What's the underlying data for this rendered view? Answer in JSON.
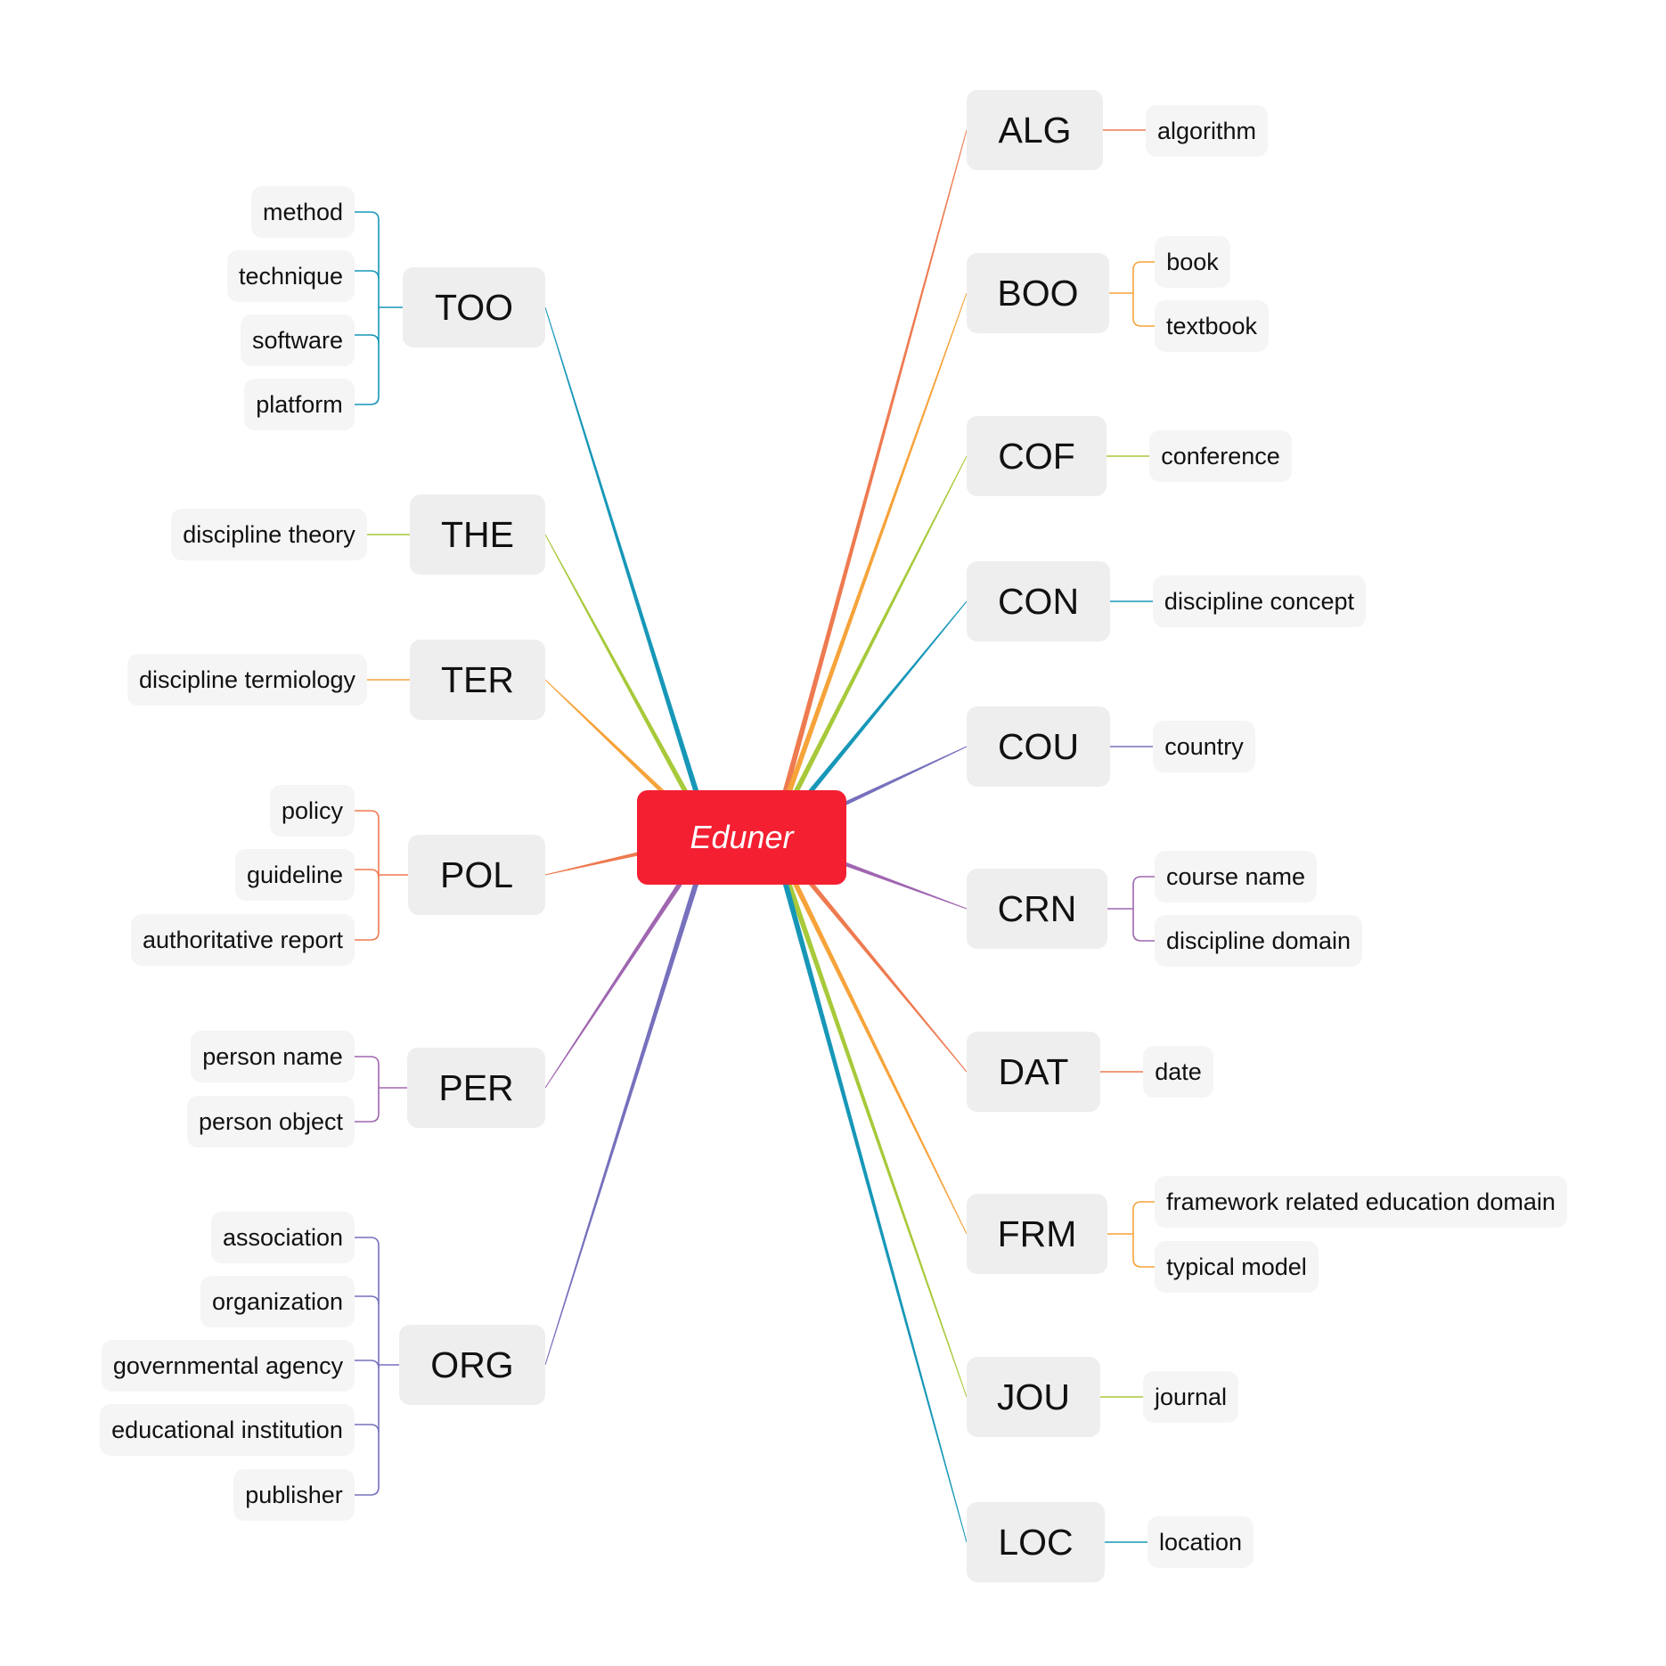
{
  "root": {
    "label": "Eduner",
    "color": "#f42032"
  },
  "branches": [
    {
      "id": "too",
      "label": "TOO",
      "side": "left",
      "color": "#1797b8",
      "leaves": [
        "method",
        "technique",
        "software",
        "platform"
      ]
    },
    {
      "id": "the",
      "label": "THE",
      "side": "left",
      "color": "#a7c93a",
      "leaves": [
        "discipline theory"
      ]
    },
    {
      "id": "ter",
      "label": "TER",
      "side": "left",
      "color": "#f6a33a",
      "leaves": [
        "discipline termiology"
      ]
    },
    {
      "id": "pol",
      "label": "POL",
      "side": "left",
      "color": "#ee7a50",
      "leaves": [
        "policy",
        "guideline",
        "authoritative report"
      ]
    },
    {
      "id": "per",
      "label": "PER",
      "side": "left",
      "color": "#a066b0",
      "leaves": [
        "person name",
        "person object"
      ]
    },
    {
      "id": "org",
      "label": "ORG",
      "side": "left",
      "color": "#7670bd",
      "leaves": [
        "association",
        "organization",
        "governmental agency",
        "educational institution",
        "publisher"
      ]
    },
    {
      "id": "alg",
      "label": "ALG",
      "side": "right",
      "color": "#ee7a50",
      "leaves": [
        "algorithm"
      ]
    },
    {
      "id": "boo",
      "label": "BOO",
      "side": "right",
      "color": "#f6a33a",
      "leaves": [
        "book",
        "textbook"
      ]
    },
    {
      "id": "cof",
      "label": "COF",
      "side": "right",
      "color": "#a7c93a",
      "leaves": [
        "conference"
      ]
    },
    {
      "id": "con",
      "label": "CON",
      "side": "right",
      "color": "#1797b8",
      "leaves": [
        "discipline concept"
      ]
    },
    {
      "id": "cou",
      "label": "COU",
      "side": "right",
      "color": "#7670bd",
      "leaves": [
        "country"
      ]
    },
    {
      "id": "crn",
      "label": "CRN",
      "side": "right",
      "color": "#a066b0",
      "leaves": [
        "course name",
        "discipline domain"
      ]
    },
    {
      "id": "dat",
      "label": "DAT",
      "side": "right",
      "color": "#ee7a50",
      "leaves": [
        "date"
      ]
    },
    {
      "id": "frm",
      "label": "FRM",
      "side": "right",
      "color": "#f6a33a",
      "leaves": [
        "framework related education domain",
        "typical model"
      ]
    },
    {
      "id": "jou",
      "label": "JOU",
      "side": "right",
      "color": "#a7c93a",
      "leaves": [
        "journal"
      ]
    },
    {
      "id": "loc",
      "label": "LOC",
      "side": "right",
      "color": "#1797b8",
      "leaves": [
        "location"
      ]
    }
  ]
}
